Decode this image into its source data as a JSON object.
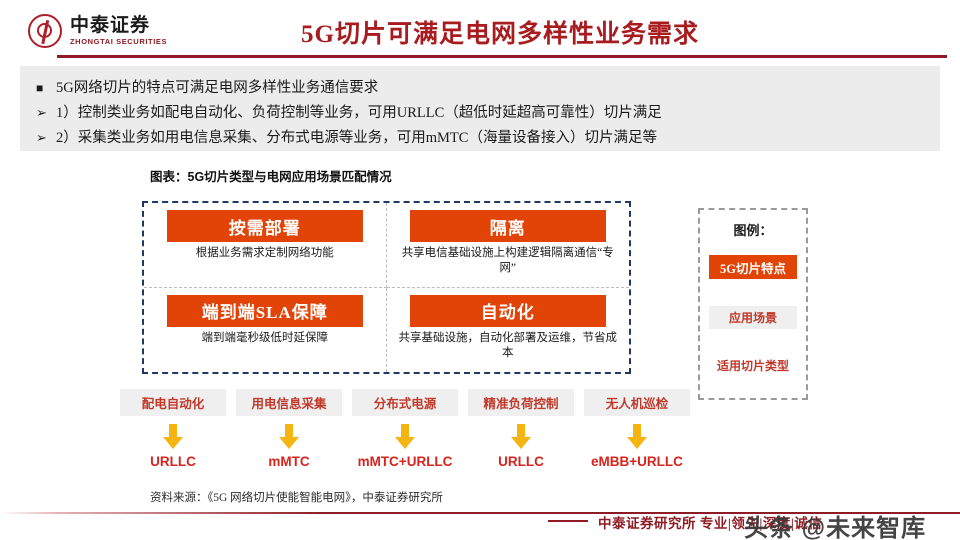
{
  "header": {
    "logo_cn": "中泰证券",
    "logo_en": "ZHONGTAI SECURITIES",
    "title": "5G切片可满足电网多样性业务需求"
  },
  "bullets": [
    {
      "marker": "■",
      "text": "5G网络切片的特点可满足电网多样性业务通信要求"
    },
    {
      "marker": "➢",
      "text": "1）控制类业务如配电自动化、负荷控制等业务，可用URLLC（超低时延超高可靠性）切片满足"
    },
    {
      "marker": "➢",
      "text": "2）采集类业务如用电信息采集、分布式电源等业务，可用mMTC（海量设备接入）切片满足等"
    }
  ],
  "figure": {
    "title": "图表：5G切片类型与电网应用场景匹配情况",
    "features": [
      {
        "name": "按需部署",
        "desc": "根据业务需求定制网络功能"
      },
      {
        "name": "隔离",
        "desc": "共享电信基础设施上构建逻辑隔离通信“专网”"
      },
      {
        "name": "端到端SLA保障",
        "desc": "端到端毫秒级低时延保障"
      },
      {
        "name": "自动化",
        "desc": "共享基础设施，自动化部署及运维，节省成本"
      }
    ],
    "legend": {
      "title": "图例：",
      "chip_feature": "5G切片特点",
      "chip_scenario": "应用场景",
      "chip_slice": "适用切片类型"
    },
    "scenarios": [
      {
        "name": "配电自动化",
        "slice": "URLLC"
      },
      {
        "name": "用电信息采集",
        "slice": "mMTC"
      },
      {
        "name": "分布式电源",
        "slice": "mMTC+URLLC"
      },
      {
        "name": "精准负荷控制",
        "slice": "URLLC"
      },
      {
        "name": "无人机巡检",
        "slice": "eMBB+URLLC"
      }
    ],
    "source": "资料来源：《5G 网络切片使能智能电网》，中泰证券研究所"
  },
  "footer": {
    "text": "中泰证券研究所 专业|领先|深度|诚信",
    "watermark": "头条 @未来智库"
  },
  "colors": {
    "brand_red": "#8E1C24",
    "title_red": "#A81C20",
    "feature_orange": "#E24408",
    "arrow_yellow": "#F5B511",
    "scenario_text_red": "#C0392B",
    "slice_red": "#D7241C",
    "quad_border_navy": "#1F3864",
    "panel_gray": "#ECECEC"
  }
}
